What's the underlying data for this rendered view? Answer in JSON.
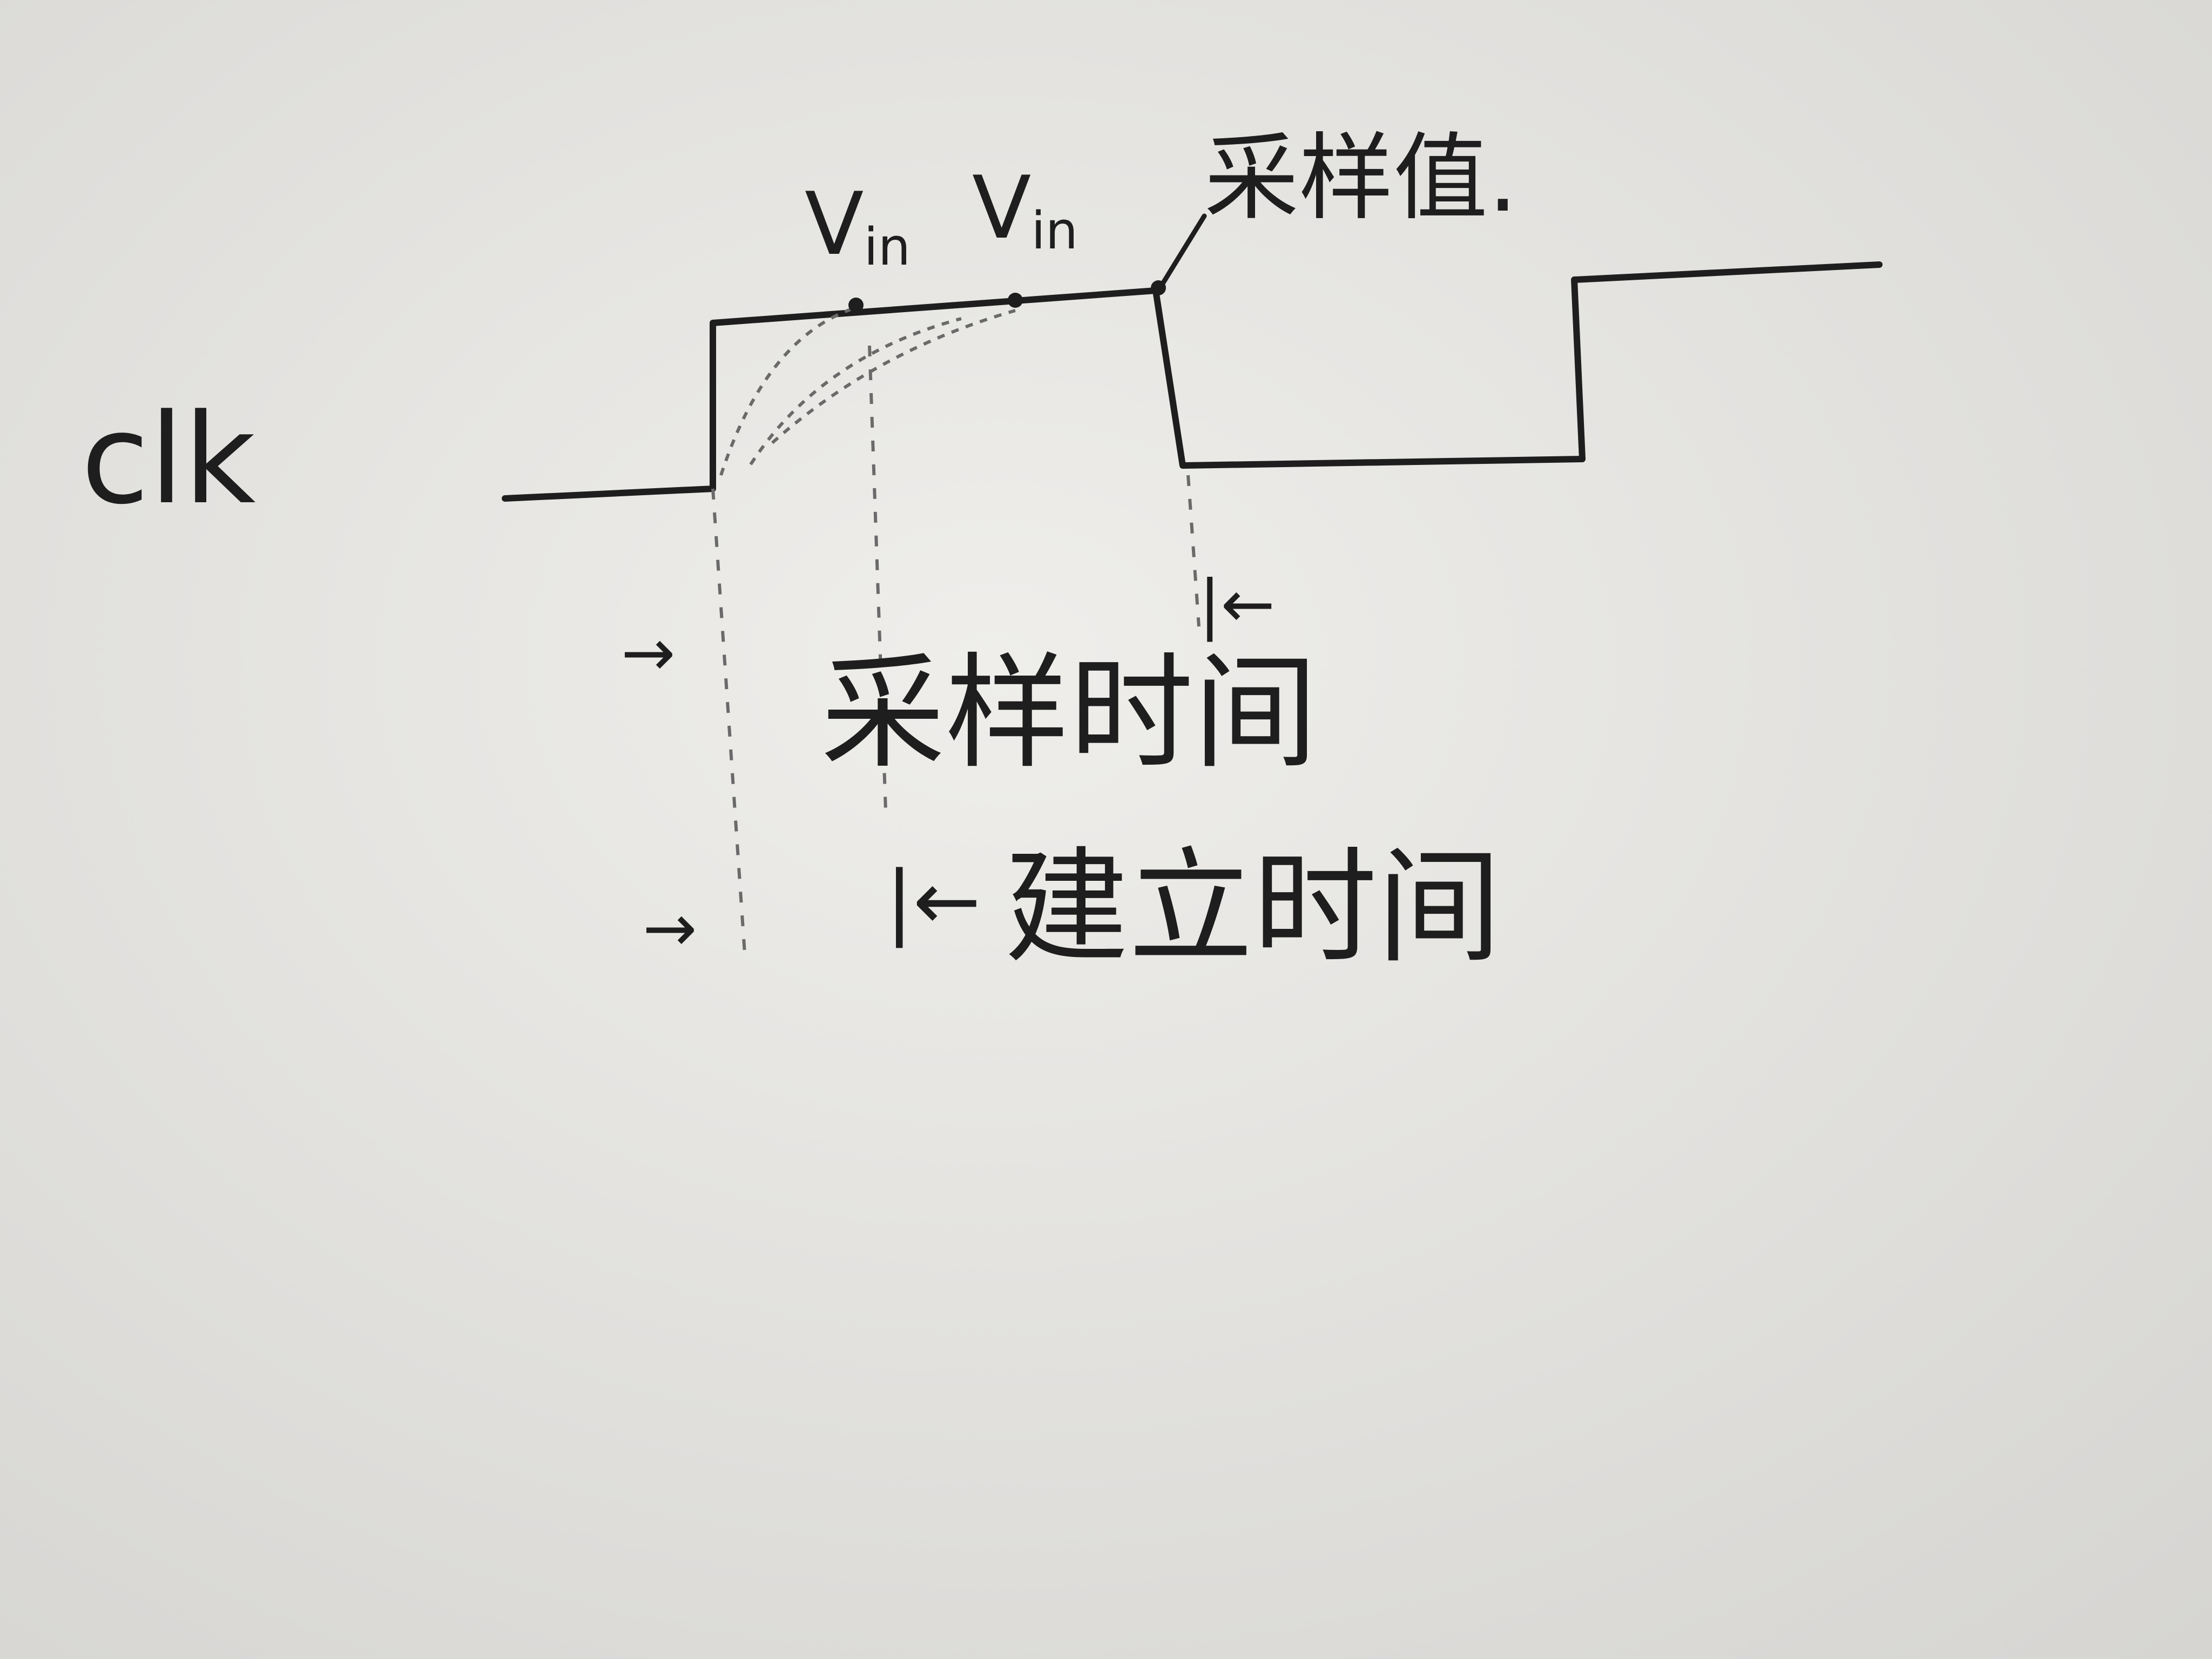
{
  "colors": {
    "paper": "#e4e3e0",
    "ink": "#1e1e1e",
    "dashed_ink": "#6a6a6a"
  },
  "signal_label": "clk",
  "point_labels": [
    "V",
    "V"
  ],
  "point_label_subscript": "in",
  "sampled_value_label": "采样值.",
  "sampling_time_label": "采样时间",
  "setup_time_label": "建立时间",
  "arrow_glyphs": {
    "right": "→",
    "left_bar": "|←"
  }
}
